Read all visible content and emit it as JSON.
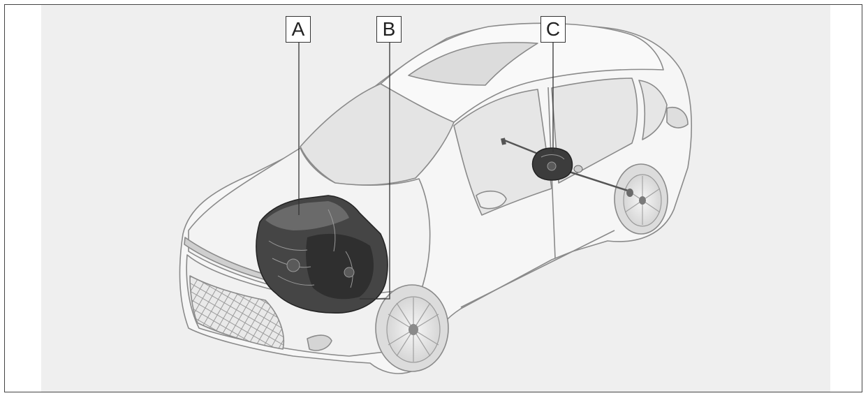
{
  "callouts": [
    {
      "id": "A",
      "label": "A"
    },
    {
      "id": "B",
      "label": "B"
    },
    {
      "id": "C",
      "label": "C"
    }
  ],
  "colors": {
    "panel_background": "#efefef",
    "car_body": "#f6f6f6",
    "car_outline": "#8a8a8a",
    "component_dark": "#3c3c3c",
    "leader_line": "#333333"
  },
  "icons": {
    "vehicle": "car-illustration",
    "front_component": "engine-block-illustration",
    "rear_component": "rear-drive-unit-illustration"
  }
}
